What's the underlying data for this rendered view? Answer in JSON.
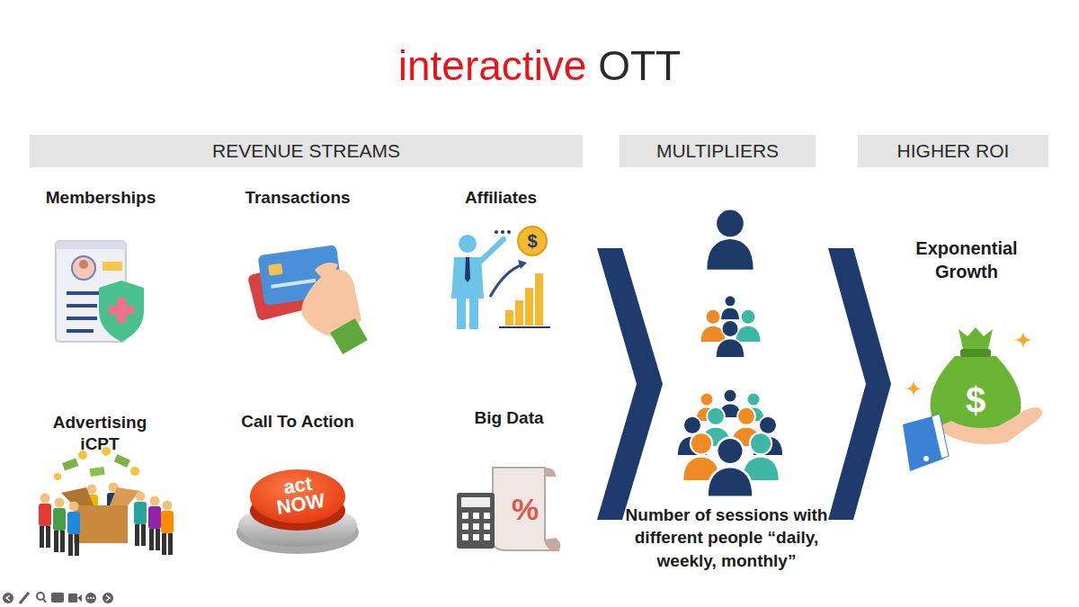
{
  "diagram": {
    "title": "interactive OTT",
    "nodes": [
      {
        "text": [
          "REVENUE STREAMS"
        ]
      },
      {
        "text": [
          "MULTIPLIERS"
        ]
      },
      {
        "text": [
          "HIGHER ROI"
        ]
      }
    ],
    "labels": [
      "Memberships",
      "Transactions",
      "Affiliates",
      "$",
      "Advertising iCPT",
      "Call To Action",
      "act NOW",
      "Big Data",
      "%",
      "Number of sessions with different people “daily, weekly, monthly”",
      "Exponential Growth",
      "$"
    ]
  }
}
